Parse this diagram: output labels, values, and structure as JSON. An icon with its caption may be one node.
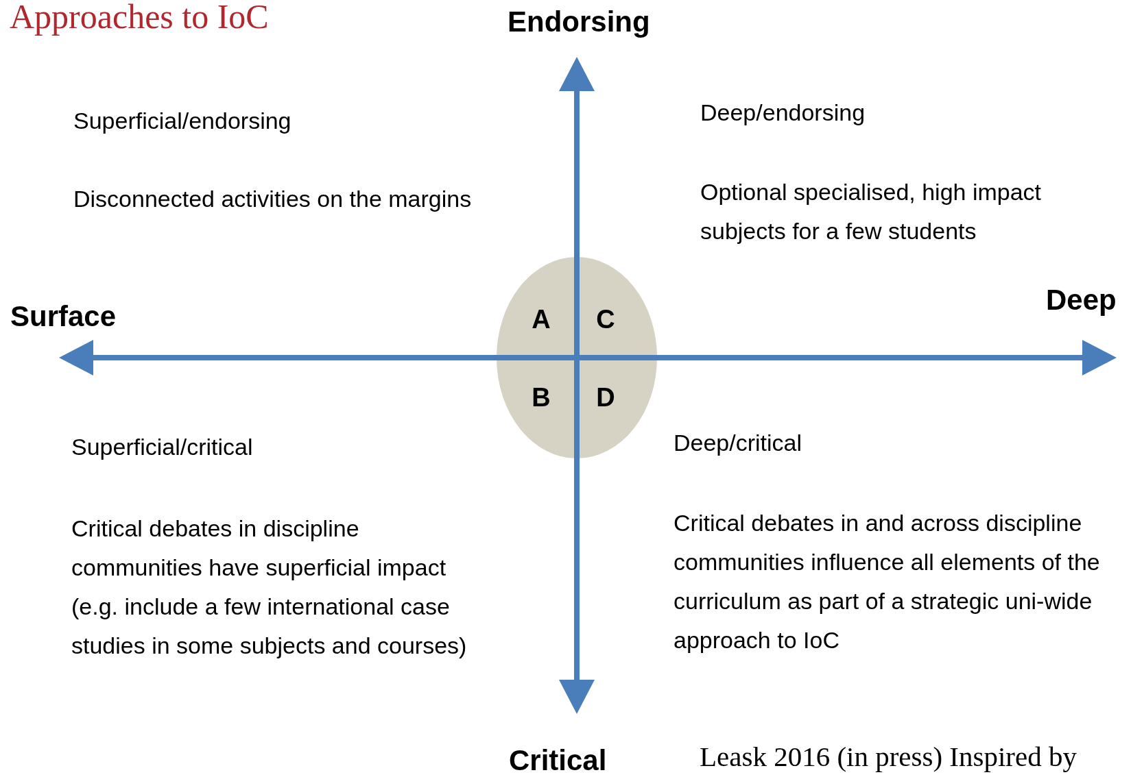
{
  "diagram": {
    "title": "Approaches to IoC",
    "nodes": [
      {
        "text": [
          "A",
          "C",
          "B",
          "D"
        ]
      }
    ],
    "edges": [],
    "labels": [
      "Endorsing",
      "Superficial/endorsing",
      "Deep/endorsing",
      "Disconnected activities on the margins",
      "Optional specialised, high impact subjects for a few students",
      "Surface",
      "Deep",
      "Superficial/critical",
      "Deep/critical",
      "Critical debates in discipline communities have superficial impact (e.g. include a few international case studies in some subjects and courses)",
      "Critical debates in and across discipline communities  influence all elements of the curriculum as part of a strategic uni-wide approach to IoC",
      "Critical",
      "Leask 2016 (in press) Inspired by"
    ]
  }
}
